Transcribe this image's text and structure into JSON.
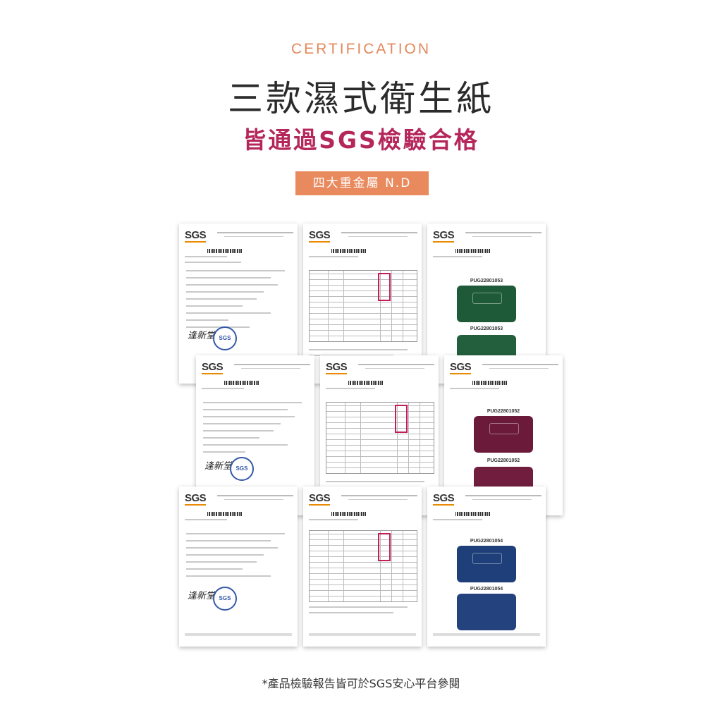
{
  "header": {
    "eyebrow": "CERTIFICATION",
    "title": "三款濕式衛生紙",
    "subtitle": "皆通過SGS檢驗合格",
    "badge": "四大重金屬 N.D"
  },
  "documents": {
    "logo_text": "SGS",
    "stamp_text": "SGS",
    "products": [
      {
        "code": "PUG22801053",
        "color": "#1e5a38"
      },
      {
        "code": "PUG22801052",
        "color": "#6b1a3a"
      },
      {
        "code": "PUG22801054",
        "color": "#1f3f7a"
      }
    ]
  },
  "footer": {
    "note": "*產品檢驗報告皆可於SGS安心平台參閱"
  },
  "colors": {
    "accent": "#e98a5e",
    "title_pink": "#b5265a",
    "highlight": "#c01f5c"
  }
}
